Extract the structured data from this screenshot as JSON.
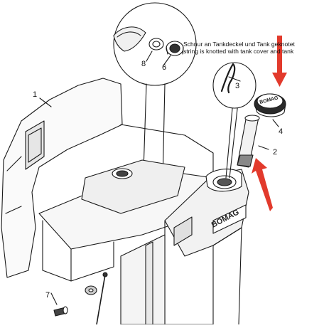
{
  "notes": {
    "line1": "Schnur an Tankdeckel und Tank geknotet",
    "line2": "string is knotted with tank cover and tank"
  },
  "callouts": {
    "c1": "1",
    "c2": "2",
    "c3": "3",
    "c4": "4",
    "c6": "6",
    "c7": "7",
    "c8": "8"
  },
  "branding": {
    "tank_logo": "BOMAG",
    "cap_logo": "BOMAG"
  },
  "colors": {
    "line": "#1a1a1a",
    "arrow": "#e23a2c",
    "shade": "#d9d9d9",
    "background": "#ffffff"
  }
}
